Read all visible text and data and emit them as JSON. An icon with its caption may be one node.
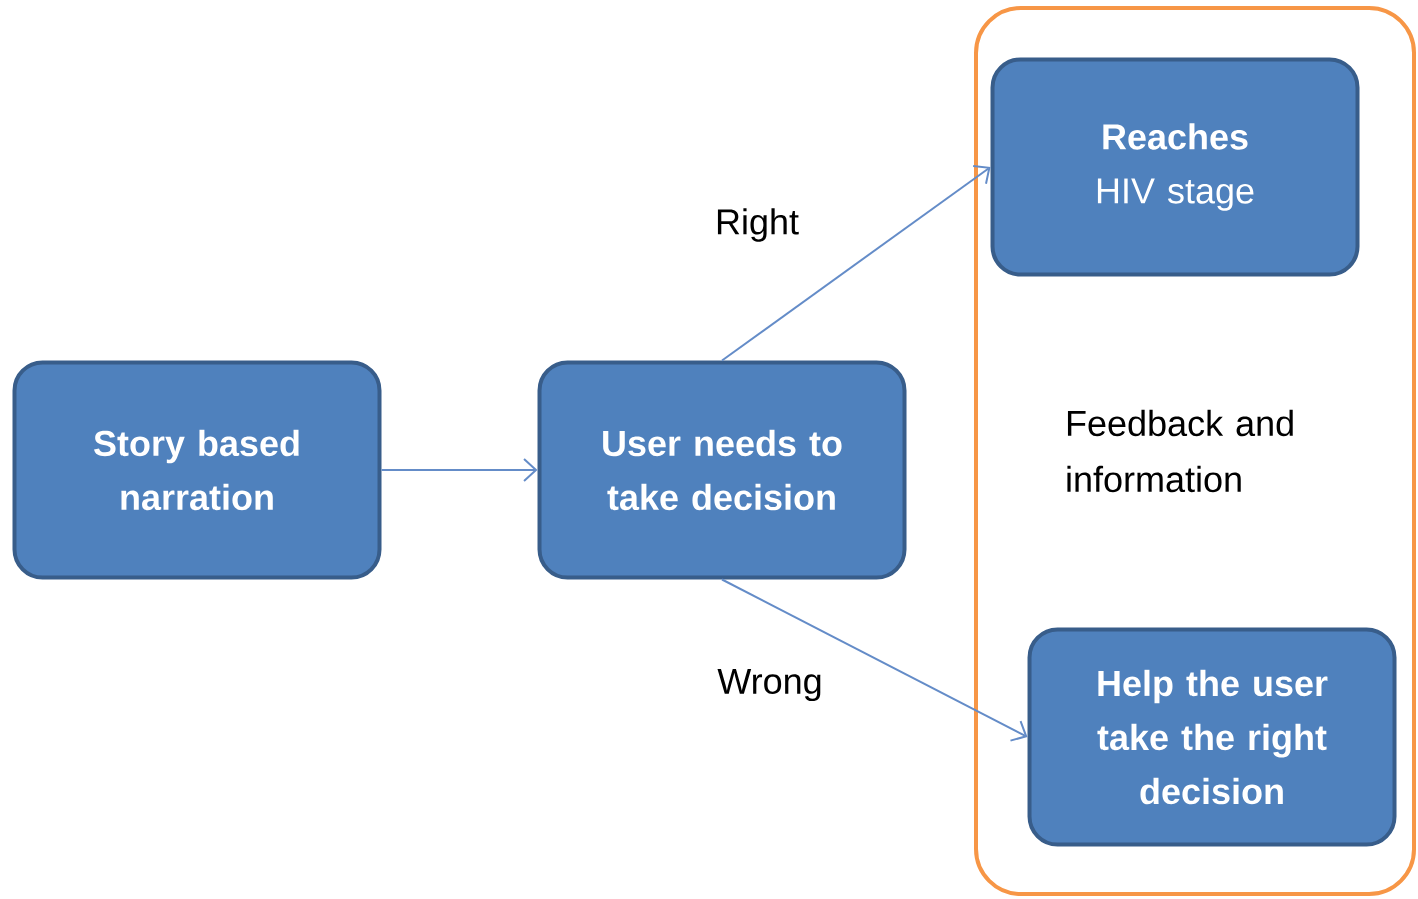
{
  "diagram": {
    "nodes": [
      {
        "text": [
          "Story based narration"
        ]
      },
      {
        "text": [
          "User needs to take decision"
        ]
      },
      {
        "text": [
          "Feedback and information"
        ]
      },
      {
        "text": [
          "**Reaches** HIV stage"
        ],
        "in": 2
      },
      {
        "text": [
          "Help the user take the right decision"
        ],
        "in": 2
      }
    ],
    "edges": [
      {
        "from": 0,
        "to": 1,
        "arrow": "to"
      },
      {
        "from": 1,
        "to": 3,
        "arrow": "to",
        "label": "Right"
      },
      {
        "from": 1,
        "to": 4,
        "arrow": "to",
        "label": "Wrong"
      }
    ]
  }
}
